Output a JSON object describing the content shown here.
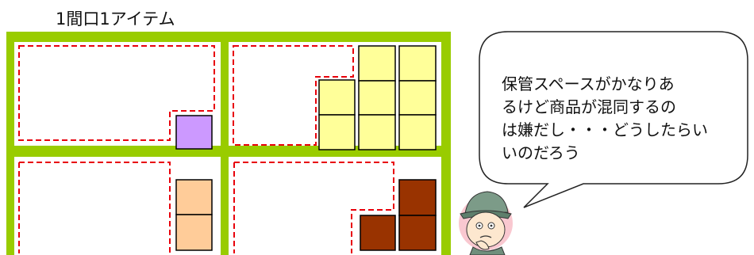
{
  "title": "1間口1アイテム",
  "speech": {
    "lines": [
      "保管スペースがかなりあ",
      "るけど商品が混同するの",
      "は嫌だし・・・どうしたらい",
      "いのだろう"
    ]
  },
  "colors": {
    "shelf_frame": "#99cc00",
    "dashed_outline": "#e8000b",
    "purple_box": "#cc99ff",
    "yellow_box": "#ffff99",
    "orange_box": "#ffcc99",
    "brown_box": "#993300",
    "box_border": "#000000"
  },
  "bays": [
    {
      "name": "top-left",
      "item_color": "purple",
      "box_count": 1
    },
    {
      "name": "top-right",
      "item_color": "yellow",
      "box_count": 8
    },
    {
      "name": "bottom-left",
      "item_color": "orange",
      "box_count": 2
    },
    {
      "name": "bottom-right",
      "item_color": "brown",
      "box_count": 3
    }
  ]
}
